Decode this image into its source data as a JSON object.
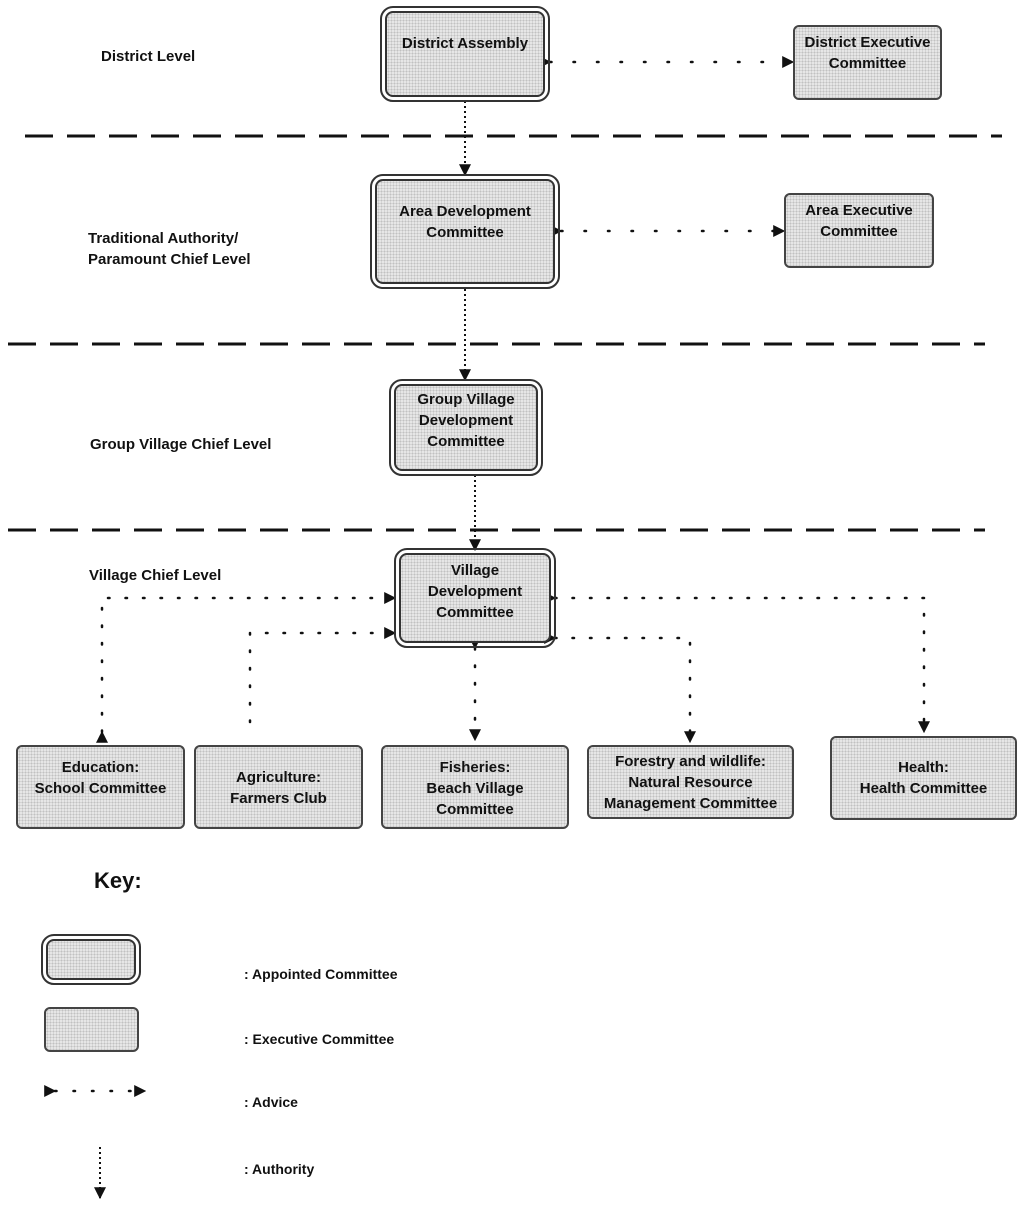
{
  "levels": {
    "district": "District Level",
    "traditional": "Traditional Authority/\nParamount Chief Level",
    "group_village": "Group Village Chief Level",
    "village": "Village Chief Level"
  },
  "nodes": {
    "district_assembly": "District Assembly",
    "district_exec": "District Executive\nCommittee",
    "area_dev": "Area Development\nCommittee",
    "area_exec": "Area Executive\nCommittee",
    "group_village_dev": "Group Village\nDevelopment\nCommittee",
    "village_dev": "Village\nDevelopment\nCommittee",
    "education": "Education:\nSchool Committee",
    "agriculture": "Agriculture:\nFarmers Club",
    "fisheries": "Fisheries:\nBeach Village\nCommittee",
    "forestry": "Forestry and wildlife:\nNatural Resource\nManagement Committee",
    "health": "Health:\nHealth Committee"
  },
  "key": {
    "title": "Key:",
    "appointed": ": Appointed Committee",
    "executive": ": Executive Committee",
    "advice": ": Advice",
    "authority": ": Authority"
  }
}
